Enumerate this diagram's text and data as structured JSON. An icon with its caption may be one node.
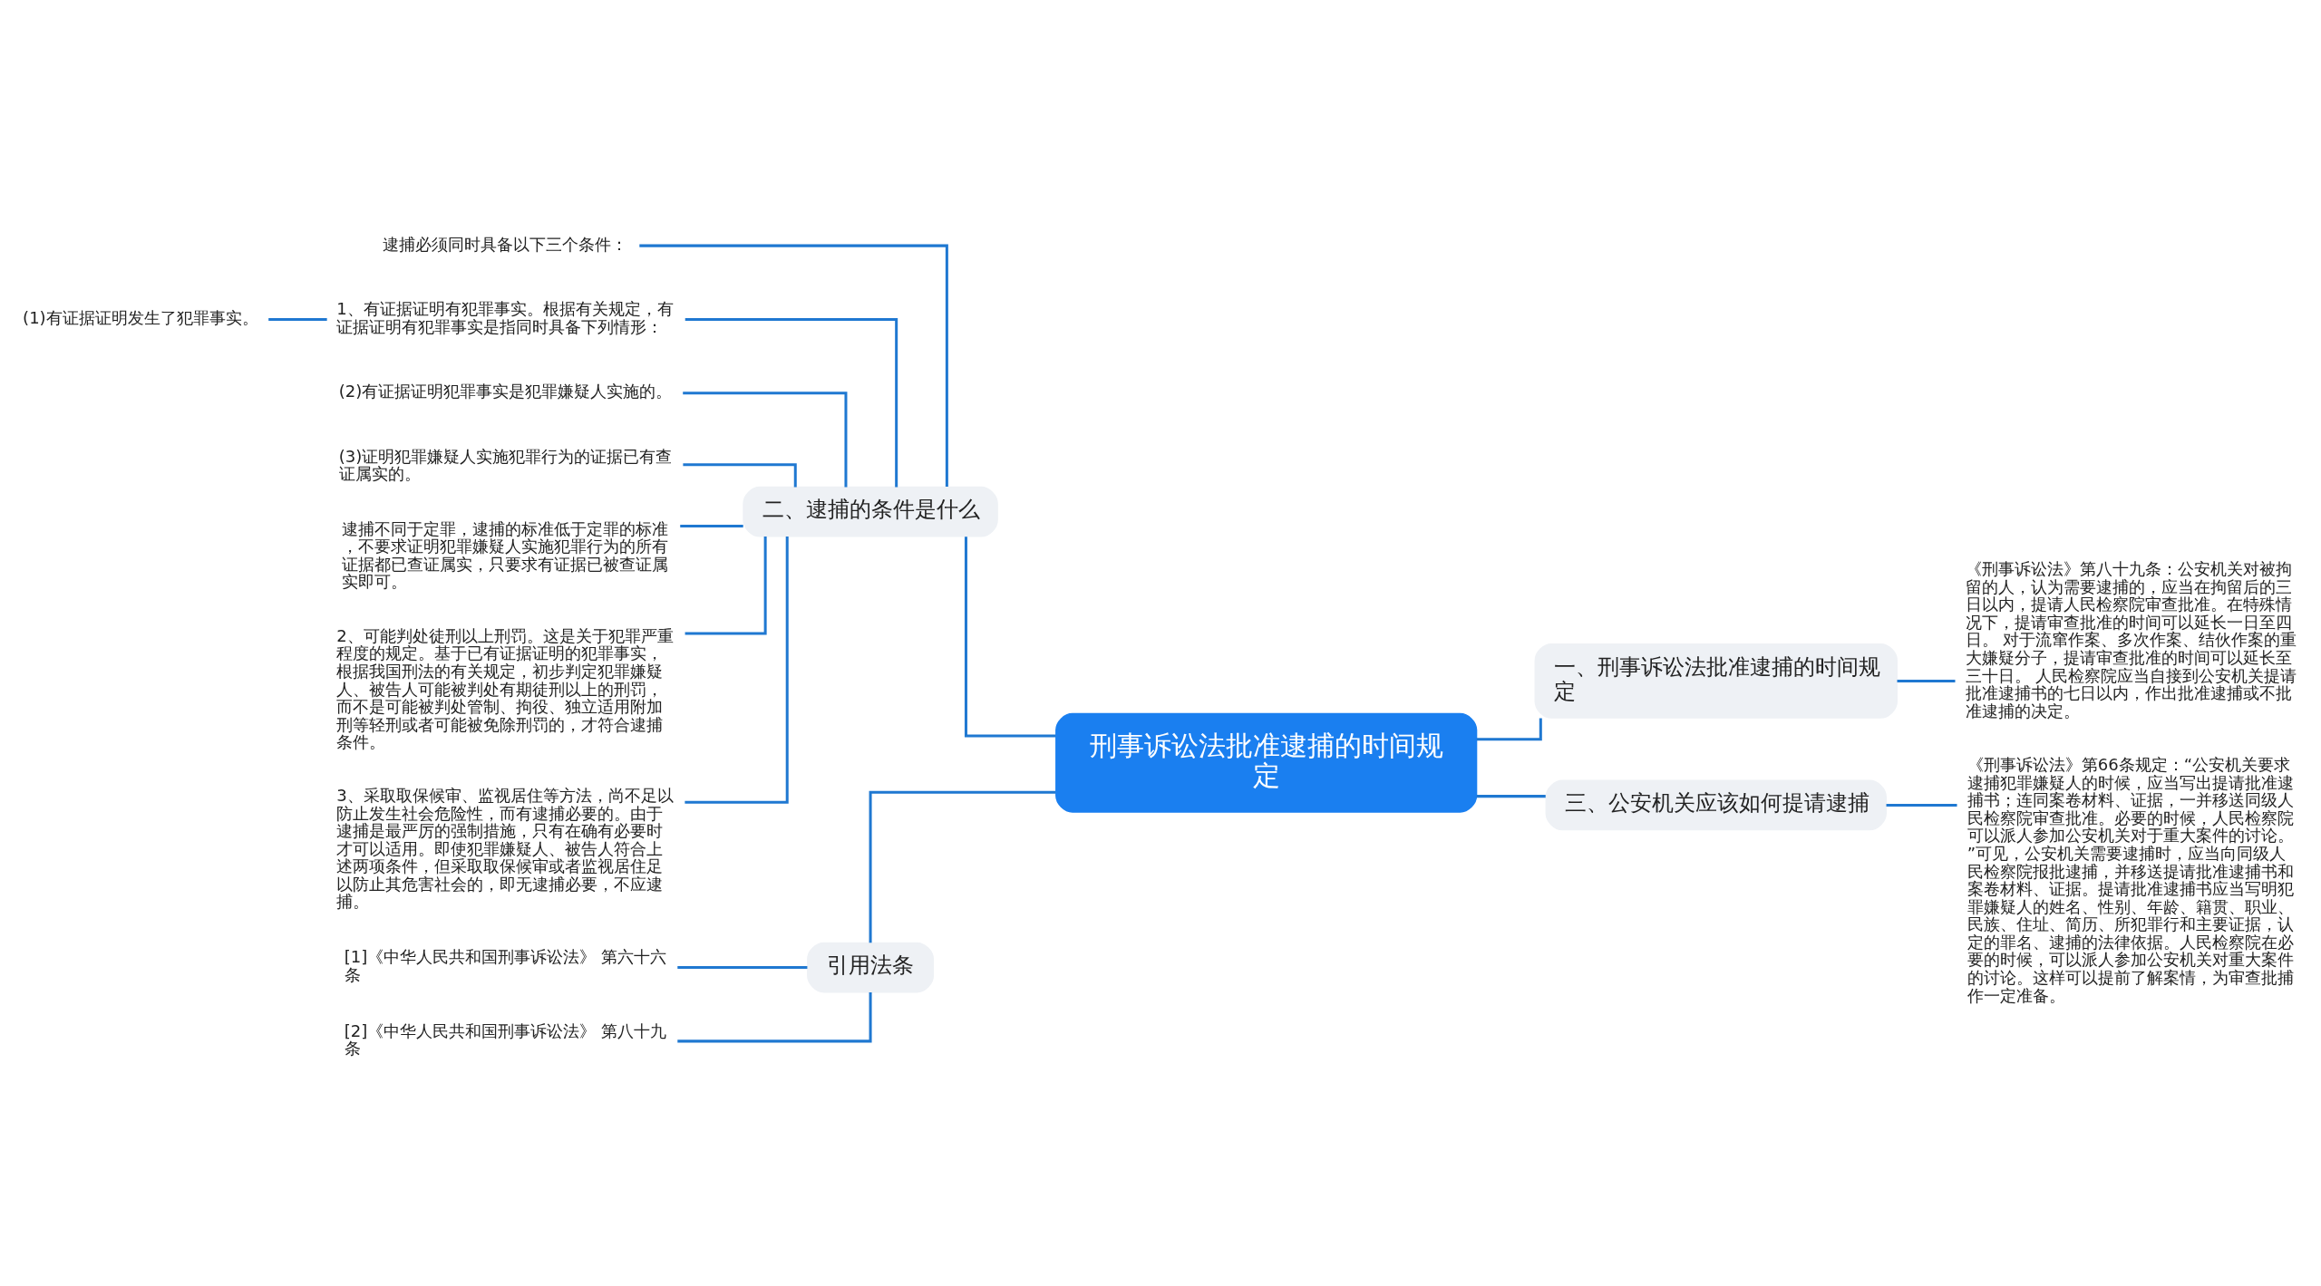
{
  "diagram": {
    "nodes": [
      {
        "text": [
          "刑事诉讼法批准逮捕的时间规定"
        ]
      },
      {
        "text": [
          "二、逮捕的条件是什么"
        ]
      },
      {
        "text": [
          "逮捕必须同时具备以下三个条件："
        ]
      },
      {
        "text": [
          "1、有证据证明有犯罪事实。根据有关规定，有证据证明有犯罪事实是指同时具备下列情形："
        ]
      },
      {
        "text": [
          "(1)有证据证明发生了犯罪事实。"
        ]
      },
      {
        "text": [
          "(2)有证据证明犯罪事实是犯罪嫌疑人实施的。"
        ]
      },
      {
        "text": [
          "(3)证明犯罪嫌疑人实施犯罪行为的证据已有查证属实的。"
        ]
      },
      {
        "text": [
          "逮捕不同于定罪，逮捕的标准低于定罪的标准，不要求证明犯罪嫌疑人实施犯罪行为的所有证据都已查证属实，只要求有证据已被查证属实即可。"
        ]
      },
      {
        "text": [
          "2、可能判处徒刑以上刑罚。这是关于犯罪严重程度的规定。基于已有证据证明的犯罪事实，根据我国刑法的有关规定，初步判定犯罪嫌疑人、被告人可能被判处有期徒刑以上的刑罚，而不是可能被判处管制、拘役、独立适用附加刑等轻刑或者可能被免除刑罚的，才符合逮捕条件。"
        ]
      },
      {
        "text": [
          "3、采取取保候审、监视居住等方法，尚不足以防止发生社会危险性，而有逮捕必要的。由于逮捕是最严厉的强制措施，只有在确有必要时才可以适用。即使犯罪嫌疑人、被告人符合上述两项条件，但采取取保候审或者监视居住足以防止其危害社会的，即无逮捕必要，不应逮捕。"
        ]
      },
      {
        "text": [
          "引用法条"
        ]
      },
      {
        "text": [
          "[1]《中华人民共和国刑事诉讼法》 第六十六条"
        ]
      },
      {
        "text": [
          "[2]《中华人民共和国刑事诉讼法》 第八十九条"
        ]
      },
      {
        "text": [
          "一、刑事诉讼法批准逮捕的时间规定"
        ]
      },
      {
        "text": [
          "《刑事诉讼法》第八十九条：公安机关对被拘留的人，认为需要逮捕的，应当在拘留后的三日以内，提请人民检察院审查批准。在特殊情况下，提请审查批准的时间可以延长一日至四日。 对于流窜作案、多次作案、结伙作案的重大嫌疑分子，提请审查批准的时间可以延长至三十日。 人民检察院应当自接到公安机关提请批准逮捕书的七日以内，作出批准逮捕或不批准逮捕的决定。"
        ]
      },
      {
        "text": [
          "三、公安机关应该如何提请逮捕"
        ]
      },
      {
        "text": [
          "《刑事诉讼法》第66条规定：“公安机关要求逮捕犯罪嫌疑人的时候，应当写出提请批准逮捕书；连同案卷材料、证据，一并移送同级人民检察院审查批准。必要的时候，人民检察院可以派人参加公安机关对于重大案件的讨论。”可见，公安机关需要逮捕时，应当向同级人民检察院报批逮捕，并移送提请批准逮捕书和案卷材料、证据。提请批准逮捕书应当写明犯罪嫌疑人的姓名、性别、年龄、籍贯、职业、民族、住址、简历、所犯罪行和主要证据，认定的罪名、逮捕的法律依据。人民检察院在必要的时候，可以派人参加公安机关对重大案件的讨论。这样可以提前了解案情，为审查批捕作一定准备。"
        ]
      }
    ],
    "edges": [
      {
        "from": 0,
        "to": 1,
        "arrow": "none"
      },
      {
        "from": 1,
        "to": 2,
        "arrow": "none"
      },
      {
        "from": 1,
        "to": 3,
        "arrow": "none"
      },
      {
        "from": 3,
        "to": 4,
        "arrow": "none"
      },
      {
        "from": 1,
        "to": 5,
        "arrow": "none"
      },
      {
        "from": 1,
        "to": 6,
        "arrow": "none"
      },
      {
        "from": 1,
        "to": 7,
        "arrow": "none"
      },
      {
        "from": 1,
        "to": 8,
        "arrow": "none"
      },
      {
        "from": 1,
        "to": 9,
        "arrow": "none"
      },
      {
        "from": 0,
        "to": 10,
        "arrow": "none"
      },
      {
        "from": 10,
        "to": 11,
        "arrow": "none"
      },
      {
        "from": 10,
        "to": 12,
        "arrow": "none"
      },
      {
        "from": 0,
        "to": 13,
        "arrow": "none"
      },
      {
        "from": 13,
        "to": 14,
        "arrow": "none"
      },
      {
        "from": 0,
        "to": 15,
        "arrow": "none"
      },
      {
        "from": 15,
        "to": 16,
        "arrow": "none"
      }
    ]
  }
}
